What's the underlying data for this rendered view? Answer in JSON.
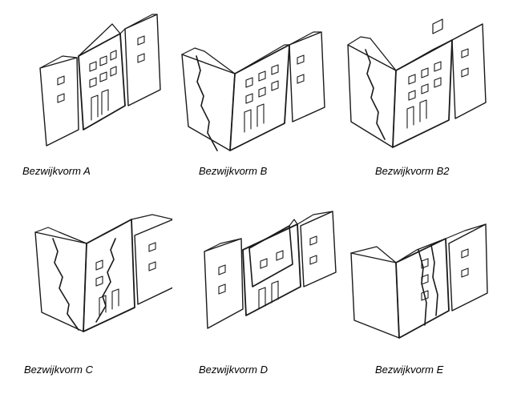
{
  "captions": {
    "a": "Bezwijkvorm A",
    "b": "Bezwijkvorm B",
    "b2": "Bezwijkvorm B2",
    "c": "Bezwijkvorm C",
    "d": "Bezwijkvorm D",
    "e": "Bezwijkvorm E"
  },
  "colors": {
    "ink": "#1a1a1a",
    "background": "#ffffff"
  }
}
